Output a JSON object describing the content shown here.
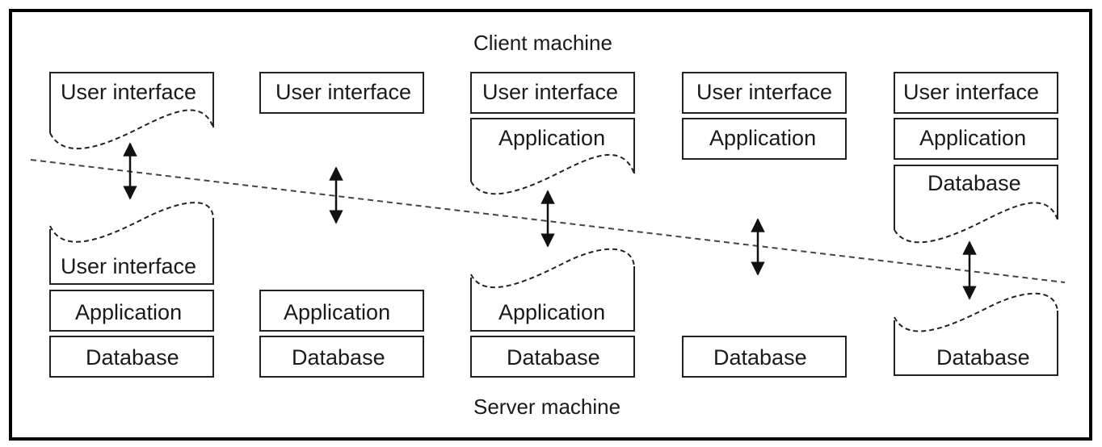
{
  "captions": {
    "top": "Client machine",
    "bottom": "Server machine"
  },
  "layers": {
    "user_interface": "User interface",
    "application": "Application",
    "database": "Database"
  }
}
